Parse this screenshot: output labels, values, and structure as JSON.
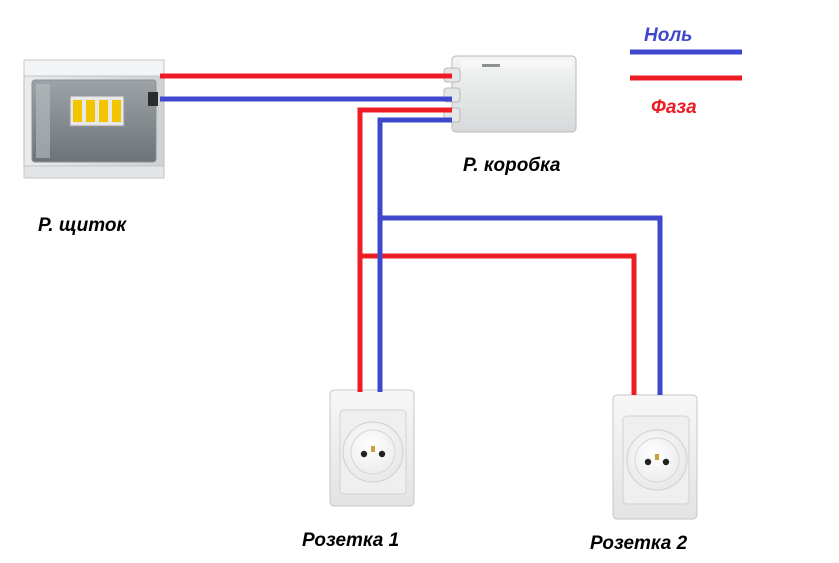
{
  "legend": {
    "neutral_label": "Ноль",
    "phase_label": "Фаза"
  },
  "labels": {
    "panel": "Р. щиток",
    "junction_box": "Р. коробка",
    "socket_1": "Розетка 1",
    "socket_2": "Розетка 2"
  },
  "colors": {
    "phase": "#ee1c25",
    "neutral": "#3f48cc",
    "text": "#000000"
  }
}
